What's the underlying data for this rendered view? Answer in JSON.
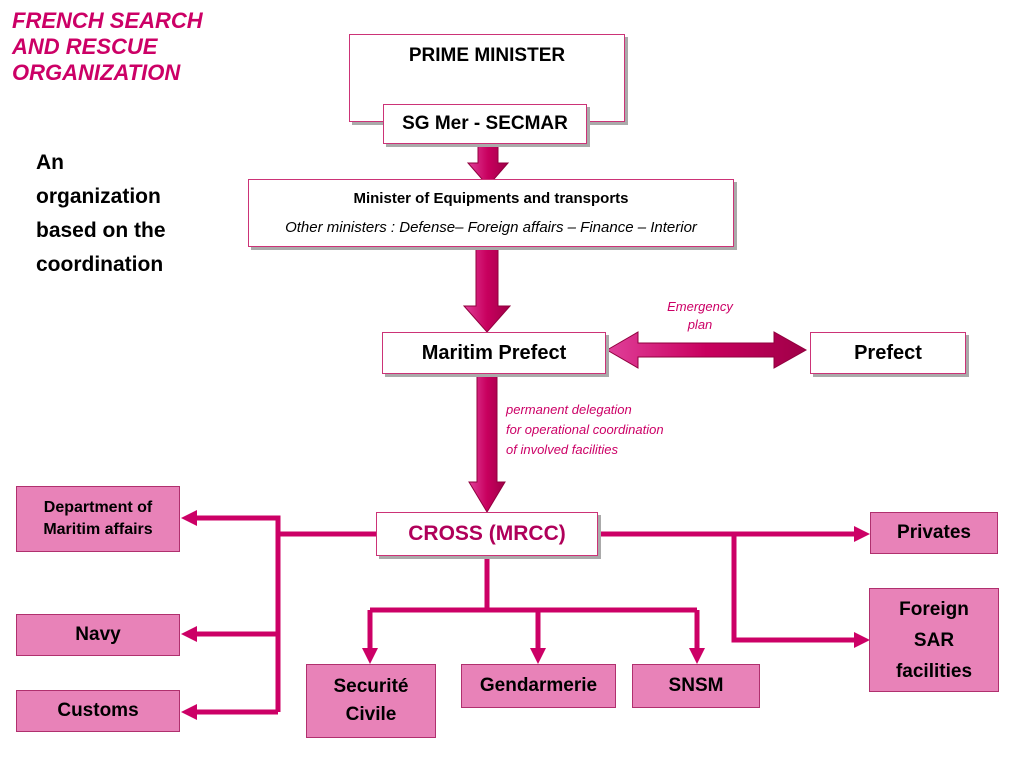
{
  "title": "FRENCH SEARCH\nAND RESCUE\nORGANIZATION",
  "subtitle": "An\norganization\nbased on the\ncoordination",
  "nodes": {
    "prime_minister": "PRIME MINISTER",
    "sg_mer": "SG Mer - SECMAR",
    "minister_line1": "Minister of Equipments and transports",
    "minister_line2": "Other ministers : Defense– Foreign affairs – Finance – Interior",
    "maritim_prefect": "Maritim Prefect",
    "prefect": "Prefect",
    "cross": "CROSS (MRCC)",
    "dept_maritim": "Department of\nMaritim affairs",
    "navy": "Navy",
    "customs": "Customs",
    "privates": "Privates",
    "foreign_sar": "Foreign\nSAR\nfacilities",
    "securite_civile": "Securité\nCivile",
    "gendarmerie": "Gendarmerie",
    "snsm": "SNSM"
  },
  "annotations": {
    "emergency_plan": "Emergency\nplan",
    "delegation": "permanent delegation\nfor operational coordination\nof involved facilities"
  },
  "colors": {
    "accent": "#cc0066",
    "box_fill": "#e882b8",
    "connector": "#cc0066"
  }
}
